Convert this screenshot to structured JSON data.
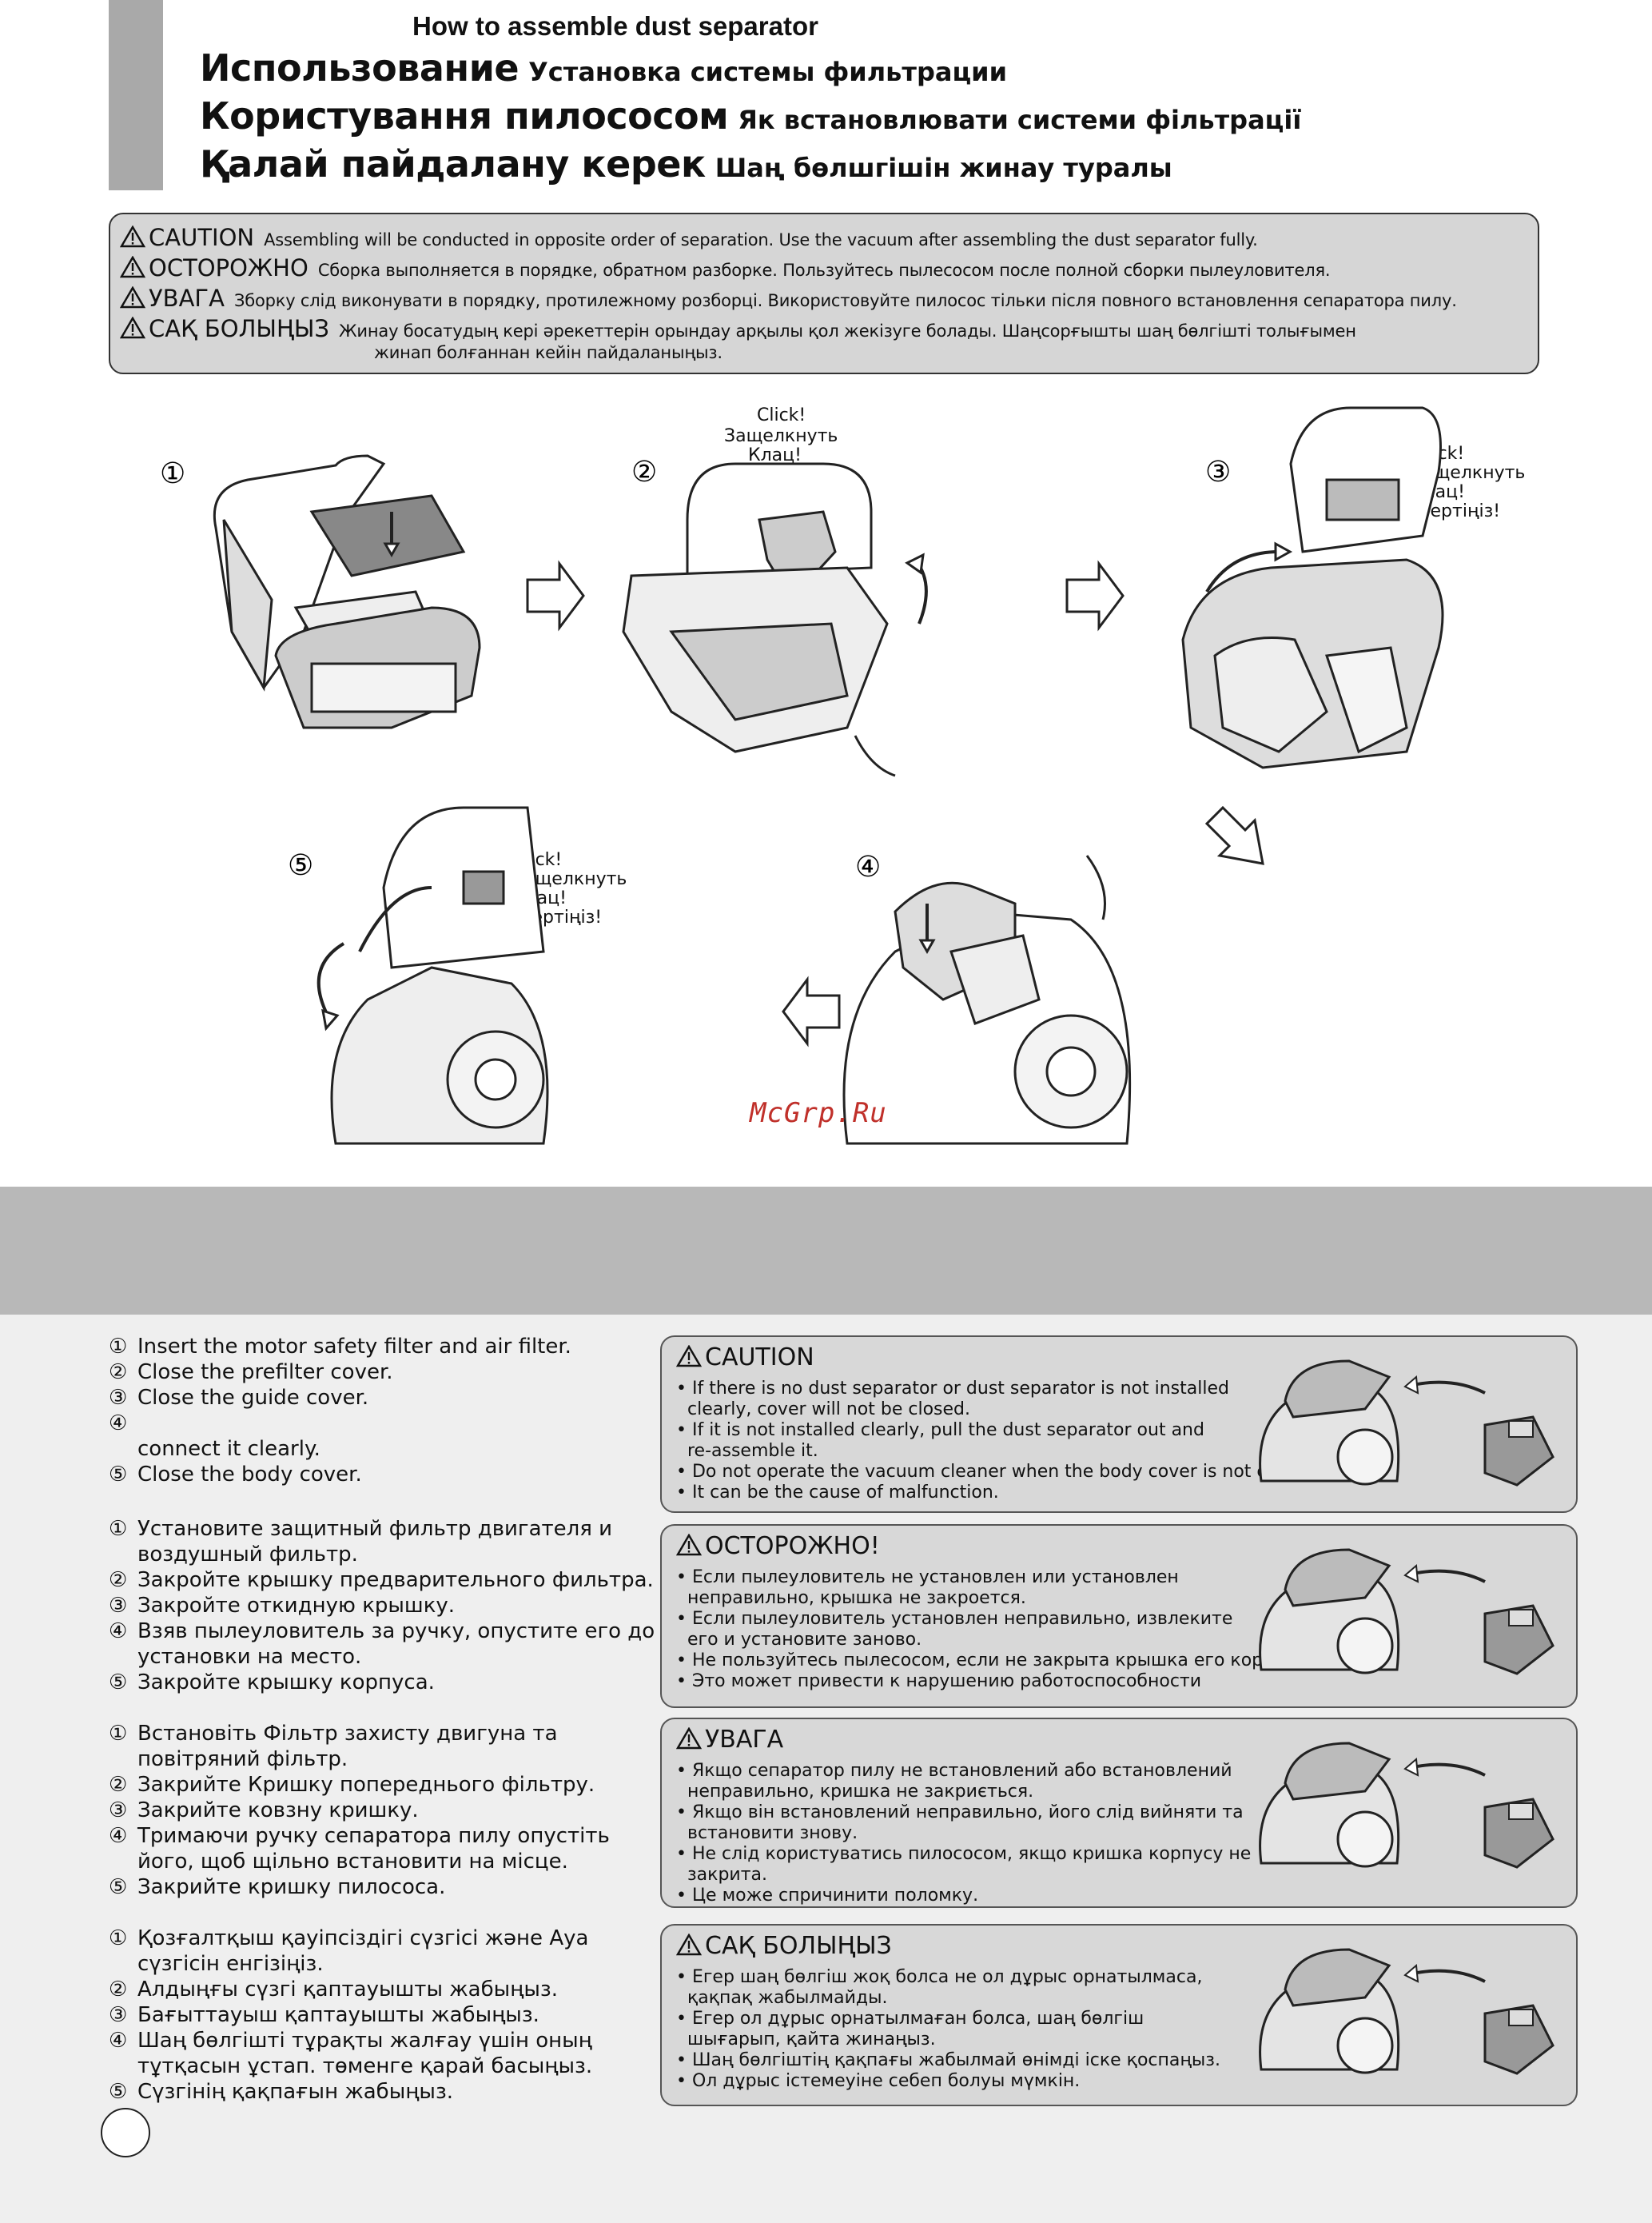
{
  "header": {
    "title_en": "How to assemble dust separator",
    "rows": [
      {
        "big": "Использование",
        "small": "Установка системы фильтрации"
      },
      {
        "big": "Користування пилососом",
        "small": "Як встановлювати системи фільтрації"
      },
      {
        "big": "Қалай пайдалану керек",
        "small": "Шаң бөлшгішін жинау туралы"
      }
    ]
  },
  "top_caution": [
    {
      "label": "CAUTION",
      "text": "Assembling will be conducted in opposite order of separation. Use the vacuum after assembling the dust separator fully.",
      "text2": ""
    },
    {
      "label": "ОСТОРОЖНО",
      "text": "Сборка выполняется в порядке, обратном разборке. Пользуйтесь пылесосом после полной сборки пылеуловителя.",
      "text2": ""
    },
    {
      "label": "УВАГА",
      "text": "Зборку слід виконувати в порядку, протилежному розборці. Використовуйте пилосос тільки після повного встановлення сепаратора пилу.",
      "text2": ""
    },
    {
      "label": "САҚ БОЛЫҢЫЗ",
      "text": "Жинау босатудың кері әрекеттерін орындау арқылы қол жекізуге болады. Шаңсорғышты шаң бөлгішті толығымен",
      "text2": "жинап болғаннан кейін пайдаланыңыз."
    }
  ],
  "diagram": {
    "step_numbers": [
      "①",
      "②",
      "③",
      "④",
      "⑤"
    ],
    "click_labels": [
      "Click!",
      "Защелкнуть",
      "Клац!",
      "Шертіңіз!"
    ]
  },
  "watermark": "McGrp.Ru",
  "steps": {
    "en": [
      {
        "num": "①",
        "text": "Insert the motor safety filter and air filter."
      },
      {
        "num": "②",
        "text": "Close the prefilter cover."
      },
      {
        "num": "③",
        "text": "Close the guide cover."
      },
      {
        "num": "④",
        "text": ""
      },
      {
        "num": "",
        "text": "connect it clearly."
      },
      {
        "num": "⑤",
        "text": "Close the body cover."
      }
    ],
    "ru": [
      {
        "num": "①",
        "text": "Установите защитный фильтр двигателя и"
      },
      {
        "num": "",
        "text": "воздушный фильтр."
      },
      {
        "num": "②",
        "text": "Закройте крышку предварительного фильтра."
      },
      {
        "num": "③",
        "text": "Закройте откидную крышку."
      },
      {
        "num": "④",
        "text": "Взяв пылеуловитель за ручку, опустите его до"
      },
      {
        "num": "",
        "text": "установки на место."
      },
      {
        "num": "⑤",
        "text": "Закройте крышку корпуса."
      }
    ],
    "uk": [
      {
        "num": "①",
        "text": "Встановіть Фільтр захисту двигуна та"
      },
      {
        "num": "",
        "text": "повітряний фільтр."
      },
      {
        "num": "②",
        "text": "Закрийте Кришку попереднього фільтру."
      },
      {
        "num": "③",
        "text": "Закрийте ковзну кришку."
      },
      {
        "num": "④",
        "text": "Тримаючи ручку сепаратора пилу опустіть"
      },
      {
        "num": "",
        "text": "його, щоб щільно встановити на місце."
      },
      {
        "num": "⑤",
        "text": "Закрийте кришку пилососа."
      }
    ],
    "kk": [
      {
        "num": "①",
        "text": "Қозғалтқыш қауіпсіздігі сүзгісі және Ауа"
      },
      {
        "num": "",
        "text": "сүзгісін енгізіңіз."
      },
      {
        "num": "②",
        "text": "Алдыңғы сүзгі қаптауышты жабыңыз."
      },
      {
        "num": "③",
        "text": "Бағыттауыш қаптауышты жабыңыз."
      },
      {
        "num": "④",
        "text": "Шаң бөлгішті тұрақты жалғау үшін оның"
      },
      {
        "num": "",
        "text": "тұтқасын ұстап. төменге қарай басыңыз."
      },
      {
        "num": "⑤",
        "text": "Сүзгінің қақпағын жабыңыз."
      }
    ]
  },
  "cautions": [
    {
      "title": "CAUTION",
      "lines": [
        "• If there is no dust separator or dust separator is not installed",
        "  clearly, cover will not be closed.",
        "• If it is not installed clearly, pull the dust separator out and",
        "  re-assemble it.",
        "• Do not operate the vacuum cleaner when the body cover is not close.",
        "• It can be the cause of malfunction."
      ]
    },
    {
      "title": "ОСТОРОЖНО!",
      "lines": [
        "• Если пылеуловитель не установлен или установлен",
        "  неправильно, крышка не закроется.",
        "• Если пылеуловитель установлен неправильно, извлеките",
        "  его и установите заново.",
        "• Не пользуйтесь пылесосом, если не закрыта крышка его корпуса.",
        "• Это может привести к нарушению работоспособности"
      ]
    },
    {
      "title": "УВАГА",
      "lines": [
        "• Якщо сепаратор пилу не встановлений або встановлений",
        "  неправильно, кришка не закриється.",
        "• Якщо він встановлений неправильно, його слід вийняти та",
        "  встановити знову.",
        "• Не слід користуватись пилососом, якщо кришка корпусу не",
        "  закрита.",
        "• Це може спричинити поломку."
      ]
    },
    {
      "title": "САҚ БОЛЫҢЫЗ",
      "lines": [
        "• Егер шаң бөлгіш жоқ болса не ол дұрыс орнатылмаса,",
        "  қақпақ жабылмайды.",
        "• Егер ол дұрыс орнатылмаған болса, шаң бөлгіш",
        "  шығарып, қайта жинаңыз.",
        "• Шаң бөлгіштің қақпағы жабылмай өнімді іске қоспаңыз.",
        "• Ол дұрыс істемеуіне себеп болуы мүмкін."
      ]
    }
  ]
}
